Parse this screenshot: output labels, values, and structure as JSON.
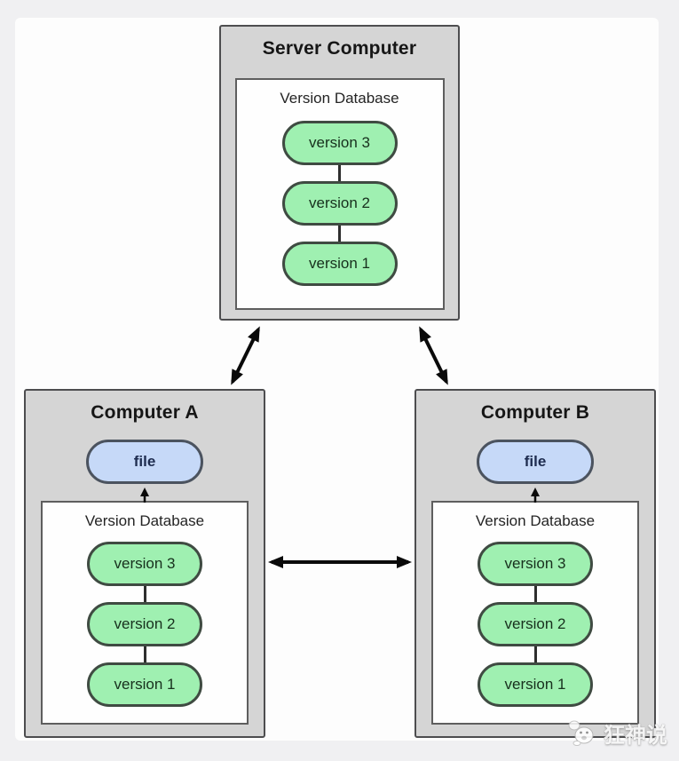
{
  "colors": {
    "page_bg": "#f0f0f2",
    "canvas_bg": "#fdfdfd",
    "box_fill": "#d5d5d5",
    "box_border": "#4d4d4f",
    "inner_fill": "#fefefe",
    "inner_border": "#5e5e5e",
    "version_fill": "#9ff0b1",
    "version_border": "#3f4b42",
    "file_fill": "#c6d9f8",
    "file_border": "#4b535f",
    "arrow": "#0a0a0a",
    "title_text": "#161616"
  },
  "server": {
    "title": "Server Computer",
    "database": {
      "label": "Version Database",
      "versions": [
        "version 3",
        "version 2",
        "version 1"
      ]
    }
  },
  "computer_a": {
    "title": "Computer A",
    "file_label": "file",
    "database": {
      "label": "Version Database",
      "versions": [
        "version 3",
        "version 2",
        "version 1"
      ]
    }
  },
  "computer_b": {
    "title": "Computer B",
    "file_label": "file",
    "database": {
      "label": "Version Database",
      "versions": [
        "version 3",
        "version 2",
        "version 1"
      ]
    }
  },
  "watermark": {
    "text": "狂神说",
    "logo": "chick-mascot-logo"
  }
}
